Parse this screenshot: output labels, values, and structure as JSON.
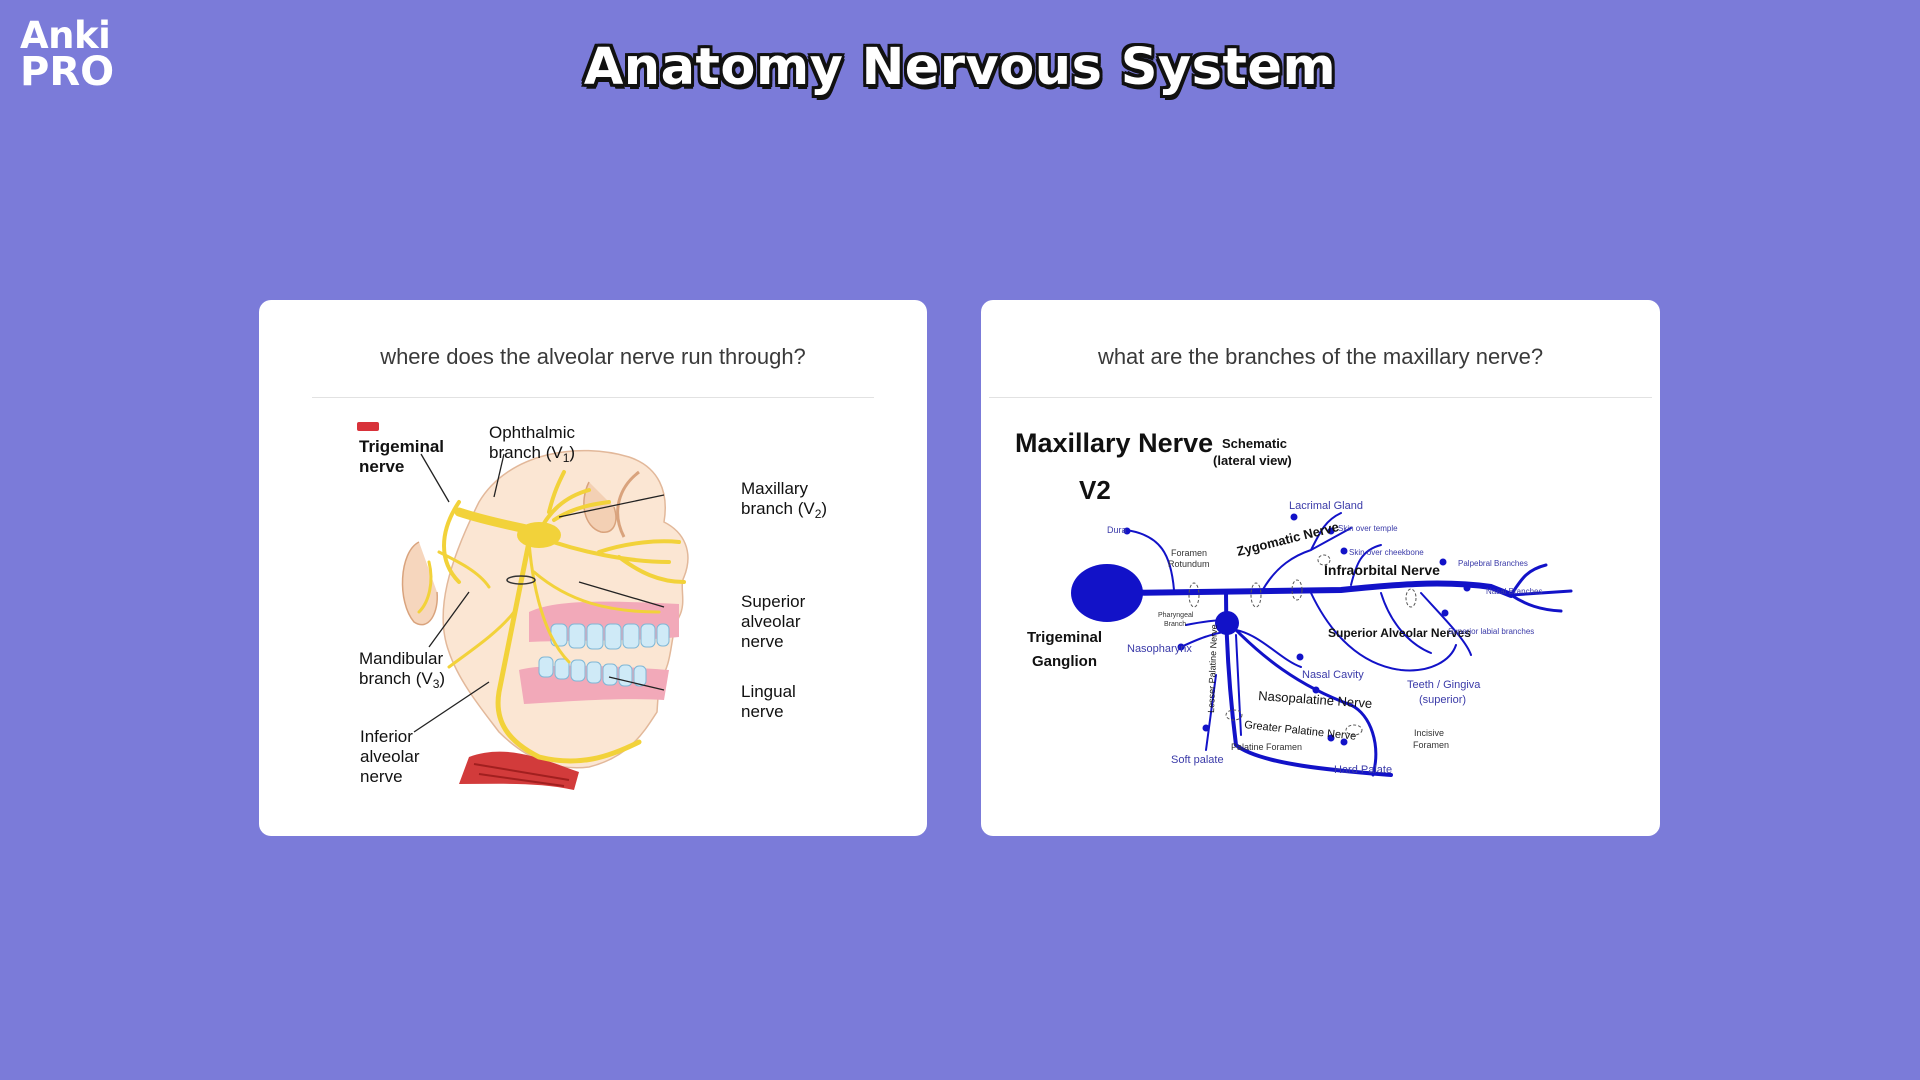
{
  "logo": {
    "line1": "Anki",
    "line2": "PRO"
  },
  "page": {
    "title": "Anatomy Nervous System"
  },
  "cards": [
    {
      "question": "where does the alveolar nerve run through?",
      "labels": {
        "trigeminal_1": "Trigeminal",
        "trigeminal_2": "nerve",
        "ophthalmic_1": "Ophthalmic",
        "ophthalmic_2": "branch (V",
        "ophthalmic_sub": "1",
        "maxillary_1": "Maxillary",
        "maxillary_2": "branch (V",
        "maxillary_sub": "2",
        "superior_1": "Superior",
        "superior_2": "alveolar",
        "superior_3": "nerve",
        "mandibular_1": "Mandibular",
        "mandibular_2": "branch (V",
        "mandibular_sub": "3",
        "lingual_1": "Lingual",
        "lingual_2": "nerve",
        "inferior_1": "Inferior",
        "inferior_2": "alveolar",
        "inferior_3": "nerve"
      }
    },
    {
      "question": "what are the branches of the maxillary nerve?",
      "labels": {
        "title": "Maxillary Nerve",
        "v2": "V2",
        "schematic_1": "Schematic",
        "schematic_2": "(lateral view)",
        "trigeminal_1": "Trigeminal",
        "trigeminal_2": "Ganglion",
        "lacrimal": "Lacrimal Gland",
        "skin_temple": "Skin over temple",
        "skin_cheek": "Skin over cheekbone",
        "dura": "Dura",
        "foramen_1": "Foramen",
        "foramen_2": "Rotundum",
        "zygomatic": "Zygomatic Nerve",
        "infraorbital": "Infraorbital Nerve",
        "palpebral": "Palpebral Branches",
        "nasal_branches": "Nasal Branches",
        "superior_labial": "Superior labial branches",
        "pharyngeal_1": "Pharyngeal",
        "pharyngeal_2": "Branch",
        "superior_alveolar": "Superior Alveolar Nerves",
        "nasopharynx": "Nasopharynx",
        "nasal_cavity": "Nasal Cavity",
        "teeth_1": "Teeth / Gingiva",
        "teeth_2": "(superior)",
        "lesser_palatine": "Lesser Palatine Nerve",
        "nasopalatine": "Nasopalatine Nerve",
        "greater_palatine": "Greater Palatine Nerve",
        "palatine_foramen": "Palatine Foramen",
        "incisive_1": "Incisive",
        "incisive_2": "Foramen",
        "soft_palate": "Soft palate",
        "hard_palate": "Hard Palate"
      }
    }
  ],
  "colors": {
    "background": "#7b7bd9",
    "nerve_yellow": "#f2d23a",
    "nerve_blue": "#1212c8"
  }
}
